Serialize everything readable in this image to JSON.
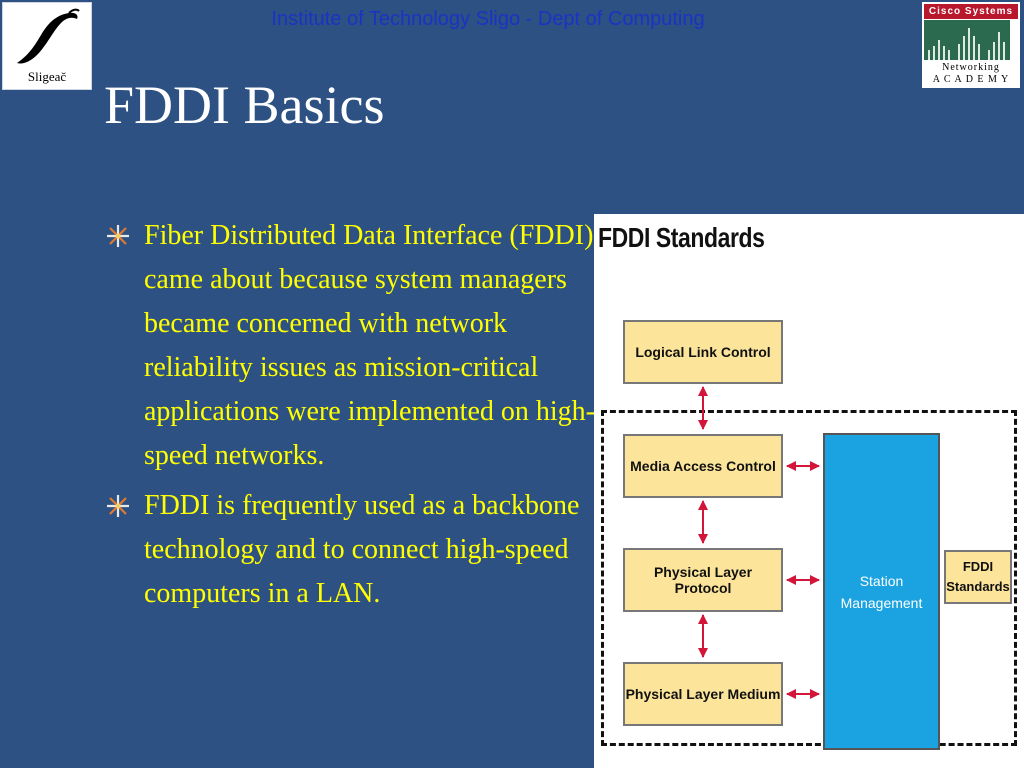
{
  "header": {
    "text": "Institute of Technology Sligo - Dept of Computing",
    "sligo_logo_word": "Sligeač",
    "cisco_top": "Cisco Systems",
    "cisco_academy_line1": "Networking",
    "cisco_academy_line2": "A C A D E M Y"
  },
  "slide": {
    "title": "FDDI Basics",
    "bullets": [
      "Fiber Distributed Data Interface (FDDI) came about because system managers became concerned with network reliability issues as mission-critical applications were implemented on high-speed networks.",
      "FDDI is frequently used as a backbone technology and to connect high-speed computers in a LAN."
    ]
  },
  "diagram": {
    "title": "FDDI Standards",
    "layers": [
      "Logical Link Control",
      "Media Access Control",
      "Physical Layer Protocol",
      "Physical Layer Medium"
    ],
    "station_line1": "Station",
    "station_line2": "Management",
    "standards_line1": "FDDI",
    "standards_line2": "Standards",
    "colors": {
      "layer_fill": "#fce59a",
      "station_fill": "#1aa3e0",
      "arrow": "#d4153a",
      "background": "#2e5183",
      "bullet_text": "#ffff00"
    }
  }
}
